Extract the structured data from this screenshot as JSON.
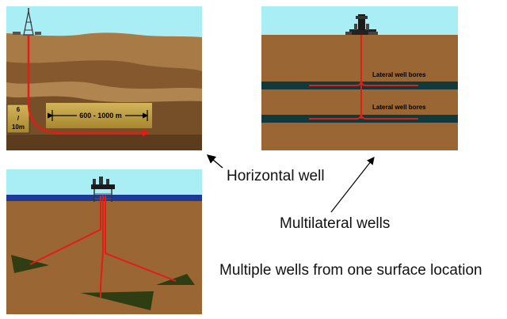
{
  "panel_horizontal": {
    "vertical_label_top": "6",
    "vertical_label_mid": "/",
    "vertical_label_bottom": "10m",
    "span_label": "600 - 1000 m"
  },
  "panel_multilateral": {
    "upper_label": "Lateral well bores",
    "lower_label": "Lateral well bores"
  },
  "captions": {
    "horizontal": "Horizontal well",
    "multilateral": "Multilateral wells",
    "multiple": "Multiple wells from one surface location"
  },
  "colors": {
    "sky": "#a8eef4",
    "earth": "#9a6633",
    "well": "#e51c16",
    "reservoir": "#2e3d12",
    "stratum": "#123a3c",
    "sea": "#1c3a98"
  }
}
